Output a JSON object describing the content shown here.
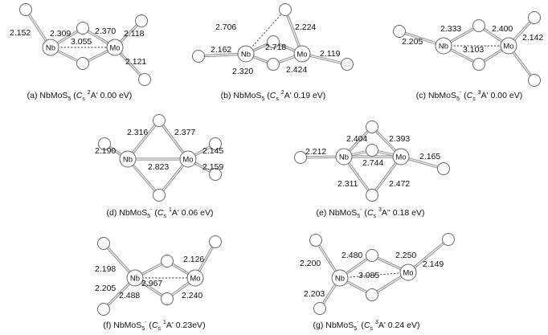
{
  "atoms": {
    "nb": "Nb",
    "mo": "Mo"
  },
  "molecules": [
    {
      "id": "a",
      "cap_pre": "(a) NbMoS",
      "cap_sub": "5",
      "cap_sup_charge": "",
      "cap_open": " (",
      "cap_sym": "C",
      "cap_sym_sub": "s",
      "cap_sup": "2",
      "cap_post": "A' 0.00 eV)",
      "dists": [
        "2.152",
        "2.309",
        "2.370",
        "3.055",
        "2.118",
        "2.121"
      ]
    },
    {
      "id": "b",
      "cap_pre": "(b) NbMoS",
      "cap_sub": "5",
      "cap_sup_charge": "",
      "cap_open": " (",
      "cap_sym": "C",
      "cap_sym_sub": "s",
      "cap_sup": "2",
      "cap_post": "A' 0.19 eV)",
      "dists": [
        "2.706",
        "2.224",
        "2.162",
        "2.718",
        "2.119",
        "2.320",
        "2.424"
      ]
    },
    {
      "id": "c",
      "cap_pre": "(c) NbMoS",
      "cap_sub": "5",
      "cap_sup_charge": "-",
      "cap_open": " (",
      "cap_sym": "C",
      "cap_sym_sub": "s",
      "cap_sup": "3",
      "cap_post": "A' 0.00 eV)",
      "dists": [
        "2.333",
        "2.400",
        "2.205",
        "2.142",
        "3.103"
      ]
    },
    {
      "id": "d",
      "cap_pre": "(d) NbMoS",
      "cap_sub": "5",
      "cap_sup_charge": "-",
      "cap_open": " (",
      "cap_sym": "C",
      "cap_sym_sub": "s",
      "cap_sup": "1",
      "cap_post": "A' 0.06 eV)",
      "dists": [
        "2.316",
        "2.377",
        "2.190",
        "2.145",
        "2.823",
        "2.159"
      ]
    },
    {
      "id": "e",
      "cap_pre": "(e) NbMoS",
      "cap_sub": "5",
      "cap_sup_charge": "-",
      "cap_open": " (",
      "cap_sym": "C",
      "cap_sym_sub": "s",
      "cap_sup": "3",
      "cap_post": "A'' 0.18 eV)",
      "dists": [
        "2.404",
        "2.393",
        "2.212",
        "2.744",
        "2.165",
        "2.311",
        "2.472"
      ]
    },
    {
      "id": "f",
      "cap_pre": "(f) NbMoS",
      "cap_sub": "5",
      "cap_sup_charge": "-",
      "cap_open": " (",
      "cap_sym": "C",
      "cap_sym_sub": "s",
      "cap_sup": "1",
      "cap_post": "A' 0.23eV)",
      "dists": [
        "2.198",
        "2.126",
        "2.967",
        "2.205",
        "2.488",
        "2.240"
      ]
    },
    {
      "id": "g",
      "cap_pre": "(g) NbMoS",
      "cap_sub": "5",
      "cap_sup_charge": "-",
      "cap_open": " (",
      "cap_sym": "C",
      "cap_sym_sub": "s",
      "cap_sup": "3",
      "cap_post": "A' 0.24 eV)",
      "dists": [
        "2.480",
        "2.250",
        "2.200",
        "3.085",
        "2.149",
        "2.203"
      ]
    }
  ]
}
